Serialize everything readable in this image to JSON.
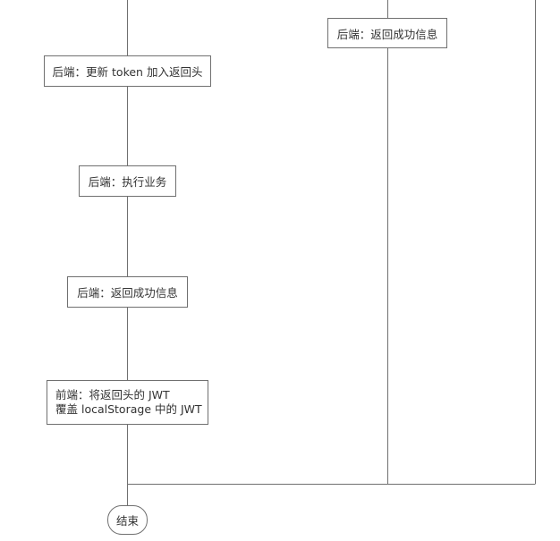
{
  "diagram": {
    "nodes": {
      "right_return": "后端：返回成功信息",
      "update_token": "后端：更新 token 加入返回头",
      "execute": "后端：执行业务",
      "return_success": "后端：返回成功信息",
      "frontend_line1": "前端：将返回头的 JWT",
      "frontend_line2": "覆盖 localStorage 中的 JWT",
      "end": "结束"
    },
    "colors": {
      "line": "#707070",
      "text": "#333333",
      "background": "#ffffff"
    }
  }
}
